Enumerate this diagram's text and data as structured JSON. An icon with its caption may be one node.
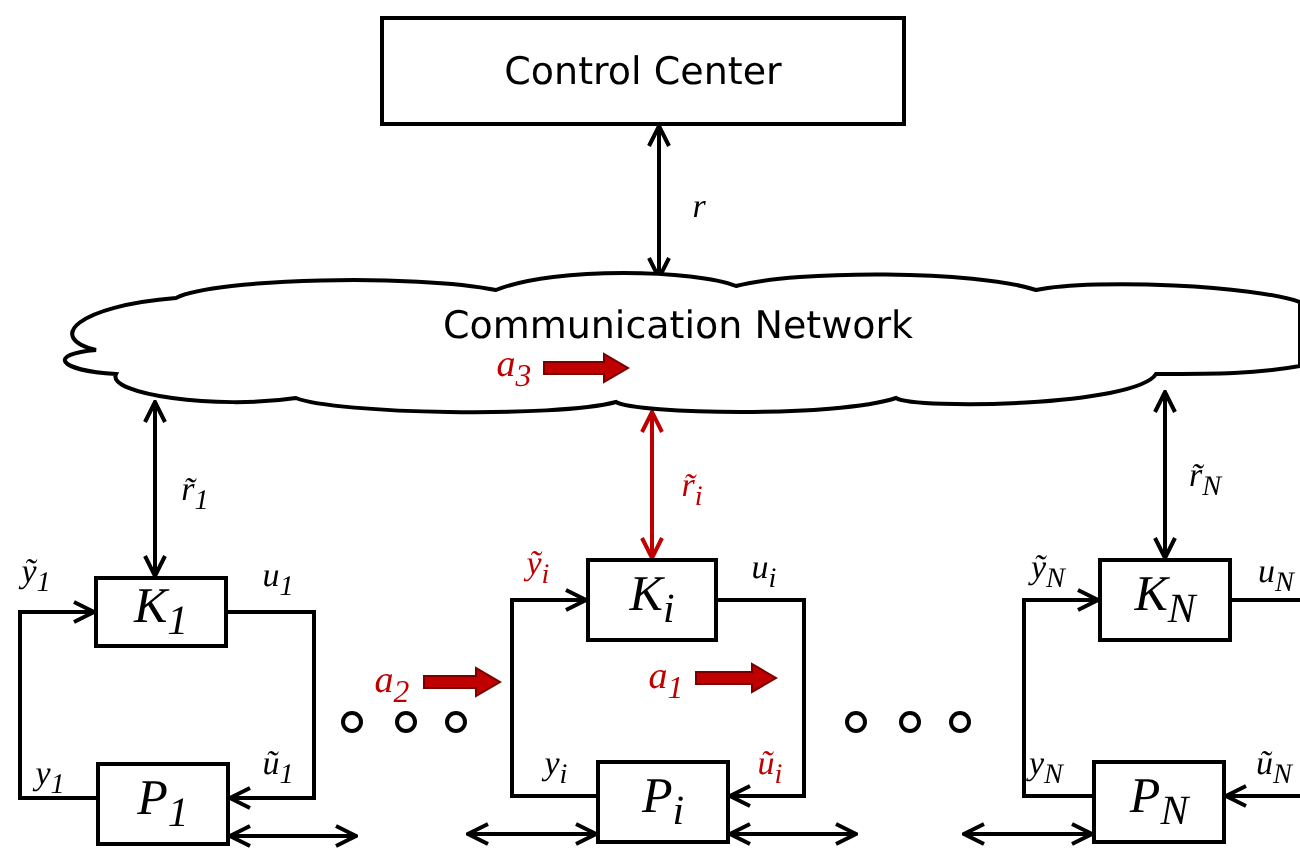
{
  "diagram": {
    "nodes": [
      {
        "text": [
          "Control Center"
        ]
      },
      {
        "text": [
          "Communication Network"
        ]
      },
      {
        "text": [
          "K$_{1}$"
        ]
      },
      {
        "text": [
          "P$_{1}$"
        ]
      },
      {
        "text": [
          "K$_{i}$"
        ]
      },
      {
        "text": [
          "P$_{i}$"
        ]
      },
      {
        "text": [
          "K$_{N}$"
        ]
      },
      {
        "text": [
          "P$_{N}$"
        ]
      }
    ],
    "edges": [
      {
        "from": 0,
        "to": 1,
        "arrow": "both",
        "label": "r"
      },
      {
        "from": 1,
        "to": 2,
        "arrow": "both",
        "label": "r̃$_{1}$"
      },
      {
        "from": 1,
        "to": 4,
        "arrow": "both",
        "label": "r̃$_{i}$",
        "color": "#c00000"
      },
      {
        "from": 1,
        "to": 6,
        "arrow": "both",
        "label": "r̃$_{N}$"
      },
      {
        "from": 3,
        "to": 2,
        "arrow": "to"
      },
      {
        "from": 2,
        "to": 3,
        "arrow": "to"
      },
      {
        "from": 5,
        "to": 4,
        "arrow": "to"
      },
      {
        "from": 4,
        "to": 5,
        "arrow": "to"
      },
      {
        "from": 7,
        "to": 6,
        "arrow": "to"
      },
      {
        "from": 6,
        "to": 7,
        "arrow": "to"
      },
      {
        "from": 3,
        "to": null,
        "arrow": "both"
      },
      {
        "from": null,
        "to": 5,
        "arrow": "both"
      },
      {
        "from": 5,
        "to": null,
        "arrow": "both"
      },
      {
        "from": null,
        "to": 7,
        "arrow": "both"
      }
    ],
    "labels": [
      "a$_{3}$",
      "ỹ$_{1}$",
      "u$_{1}$",
      "ỹ$_{i}$",
      "u$_{i}$",
      "ỹ$_{N}$",
      "u$_{N}$",
      "a$_{2}$",
      "a$_{1}$",
      "y$_{1}$",
      "ũ$_{1}$",
      "y$_{i}$",
      "ũ$_{i}$",
      "y$_{N}$",
      "ũ$_{N}$"
    ]
  }
}
